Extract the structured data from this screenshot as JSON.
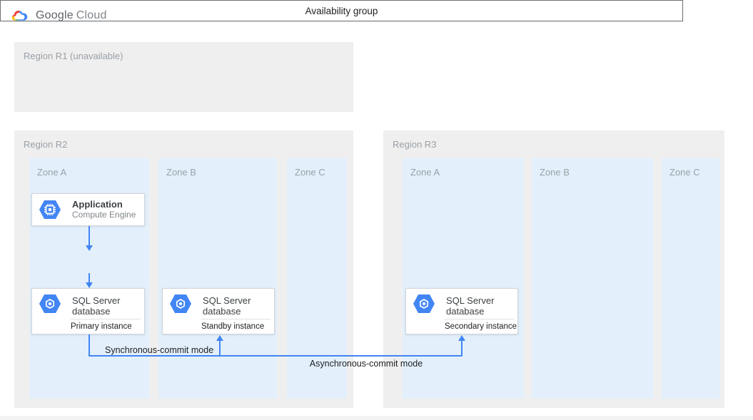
{
  "header": {
    "brand_google": "Google",
    "brand_cloud": "Cloud",
    "logo_icon": "google-cloud-logo"
  },
  "regions": [
    {
      "label": "Region R1 (unavailable)",
      "zones": []
    },
    {
      "label": "Region R2",
      "zones": [
        "Zone A",
        "Zone B",
        "Zone C"
      ]
    },
    {
      "label": "Region R3",
      "zones": [
        "Zone A",
        "Zone B",
        "Zone C"
      ]
    }
  ],
  "nodes": {
    "application": {
      "title": "Application",
      "subtitle": "Compute Engine",
      "icon": "compute-engine-icon"
    },
    "availability_group": {
      "label": "Availability group"
    },
    "primary": {
      "title": "SQL Server database",
      "instance": "Primary instance",
      "icon": "sql-server-database-icon"
    },
    "standby": {
      "title": "SQL Server database",
      "instance": "Standby instance",
      "icon": "sql-server-database-icon"
    },
    "secondary": {
      "title": "SQL Server database",
      "instance": "Secondary instance",
      "icon": "sql-server-database-icon"
    }
  },
  "edges": {
    "sync_label": "Synchronous-commit mode",
    "async_label": "Asynchronous-commit mode"
  },
  "colors": {
    "arrow_blue": "#4285f4",
    "zone_fill": "#e3f0fc",
    "region_fill": "#efefef",
    "logo_red": "#ea4335",
    "logo_yellow": "#fbbc05",
    "logo_green": "#34a853",
    "logo_blue": "#4285f4"
  }
}
